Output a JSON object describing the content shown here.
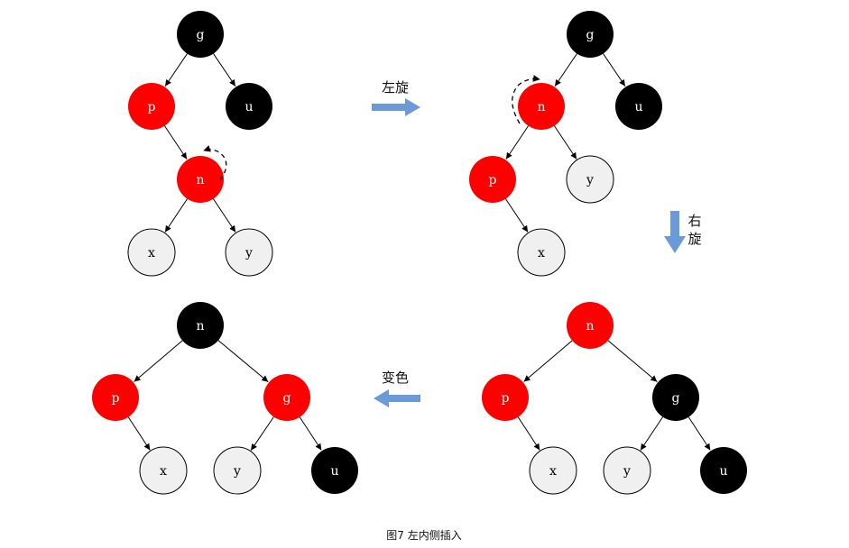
{
  "colors": {
    "red": "#ff0000",
    "black": "#000000",
    "leaf": "#f0f0f0",
    "arrow": "#6a9bd8",
    "edge": "#000000"
  },
  "operations": {
    "rotate_left": "左旋",
    "rotate_right_1": "右",
    "rotate_right_2": "旋",
    "recolor": "变色"
  },
  "caption": "图7 左内侧插入",
  "trees": [
    {
      "id": "tree-1",
      "nodes": [
        {
          "id": "g",
          "label": "g",
          "color": "black"
        },
        {
          "id": "p",
          "label": "p",
          "color": "red"
        },
        {
          "id": "u",
          "label": "u",
          "color": "black"
        },
        {
          "id": "n",
          "label": "n",
          "color": "red"
        },
        {
          "id": "x",
          "label": "x",
          "color": "leaf"
        },
        {
          "id": "y",
          "label": "y",
          "color": "leaf"
        }
      ],
      "edges": [
        [
          "g",
          "p"
        ],
        [
          "g",
          "u"
        ],
        [
          "p",
          "n"
        ],
        [
          "n",
          "x"
        ],
        [
          "n",
          "y"
        ]
      ]
    },
    {
      "id": "tree-2",
      "nodes": [
        {
          "id": "g",
          "label": "g",
          "color": "black"
        },
        {
          "id": "n",
          "label": "n",
          "color": "red"
        },
        {
          "id": "u",
          "label": "u",
          "color": "black"
        },
        {
          "id": "p",
          "label": "p",
          "color": "red"
        },
        {
          "id": "y",
          "label": "y",
          "color": "leaf"
        },
        {
          "id": "x",
          "label": "x",
          "color": "leaf"
        }
      ],
      "edges": [
        [
          "g",
          "n"
        ],
        [
          "g",
          "u"
        ],
        [
          "n",
          "p"
        ],
        [
          "n",
          "y"
        ],
        [
          "p",
          "x"
        ]
      ]
    },
    {
      "id": "tree-3",
      "nodes": [
        {
          "id": "n",
          "label": "n",
          "color": "red"
        },
        {
          "id": "p",
          "label": "p",
          "color": "red"
        },
        {
          "id": "g",
          "label": "g",
          "color": "black"
        },
        {
          "id": "x",
          "label": "x",
          "color": "leaf"
        },
        {
          "id": "y",
          "label": "y",
          "color": "leaf"
        },
        {
          "id": "u",
          "label": "u",
          "color": "black"
        }
      ],
      "edges": [
        [
          "n",
          "p"
        ],
        [
          "n",
          "g"
        ],
        [
          "p",
          "x"
        ],
        [
          "g",
          "y"
        ],
        [
          "g",
          "u"
        ]
      ]
    },
    {
      "id": "tree-4",
      "nodes": [
        {
          "id": "n",
          "label": "n",
          "color": "black"
        },
        {
          "id": "p",
          "label": "p",
          "color": "red"
        },
        {
          "id": "g",
          "label": "g",
          "color": "red"
        },
        {
          "id": "x",
          "label": "x",
          "color": "leaf"
        },
        {
          "id": "y",
          "label": "y",
          "color": "leaf"
        },
        {
          "id": "u",
          "label": "u",
          "color": "black"
        }
      ],
      "edges": [
        [
          "n",
          "p"
        ],
        [
          "n",
          "g"
        ],
        [
          "p",
          "x"
        ],
        [
          "g",
          "y"
        ],
        [
          "g",
          "u"
        ]
      ]
    }
  ]
}
